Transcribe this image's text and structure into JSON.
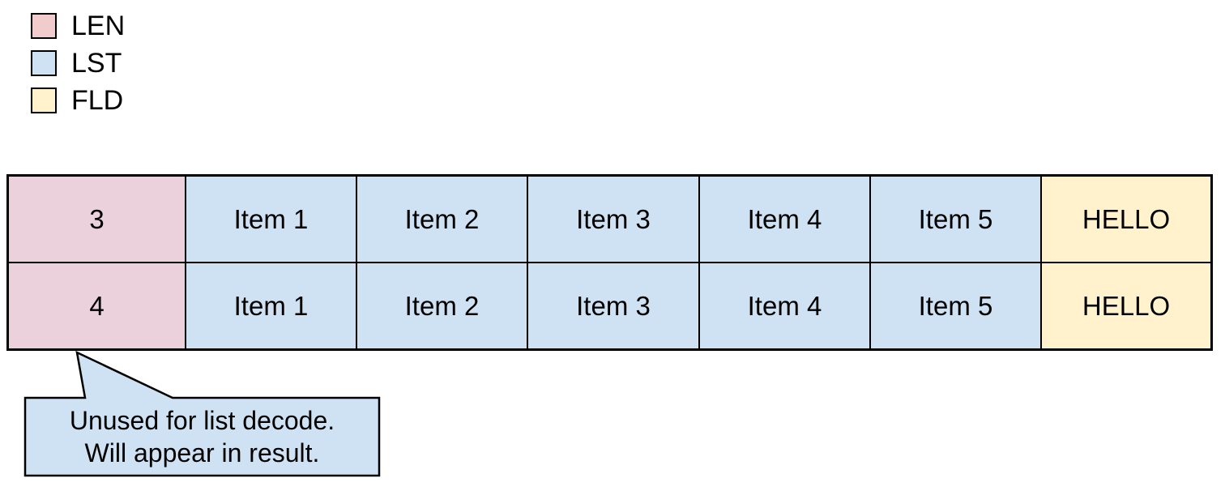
{
  "colors": {
    "len_legend": "#f2cccc",
    "len_cell": "#ead1dc",
    "lst": "#cfe2f3",
    "fld": "#fff2cc",
    "border": "#000000",
    "text": "#000000",
    "background": "#ffffff"
  },
  "legend": {
    "items": [
      {
        "label": "LEN",
        "color": "#f2cccc"
      },
      {
        "label": "LST",
        "color": "#cfe2f3"
      },
      {
        "label": "FLD",
        "color": "#fff2cc"
      }
    ]
  },
  "table": {
    "rows": [
      {
        "cells": [
          {
            "text": "3",
            "type": "LEN"
          },
          {
            "text": "Item 1",
            "type": "LST"
          },
          {
            "text": "Item 2",
            "type": "LST"
          },
          {
            "text": "Item 3",
            "type": "LST"
          },
          {
            "text": "Item 4",
            "type": "LST"
          },
          {
            "text": "Item 5",
            "type": "LST"
          },
          {
            "text": "HELLO",
            "type": "FLD"
          }
        ]
      },
      {
        "cells": [
          {
            "text": "4",
            "type": "LEN"
          },
          {
            "text": "Item 1",
            "type": "LST"
          },
          {
            "text": "Item 2",
            "type": "LST"
          },
          {
            "text": "Item 3",
            "type": "LST"
          },
          {
            "text": "Item 4",
            "type": "LST"
          },
          {
            "text": "Item 5",
            "type": "LST"
          },
          {
            "text": "HELLO",
            "type": "FLD"
          }
        ]
      }
    ]
  },
  "callout": {
    "fill": "#cfe2f3",
    "lines": [
      "Unused for list decode.",
      "Will appear in result."
    ]
  }
}
